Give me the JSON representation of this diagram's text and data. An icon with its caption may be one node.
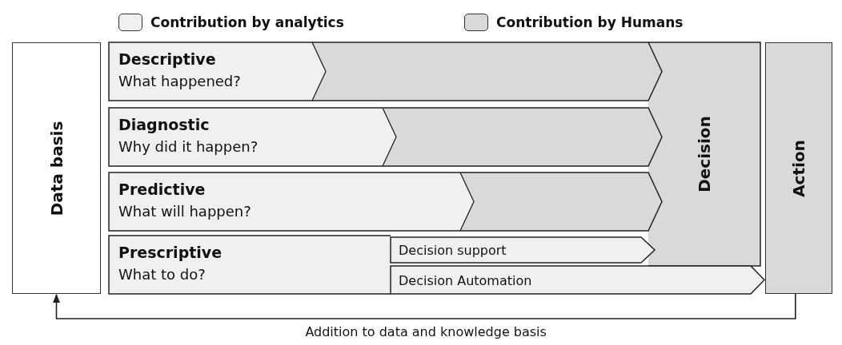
{
  "diagram": {
    "nodes": [
      {
        "text": [
          "Data basis"
        ]
      },
      {
        "text": [
          "Descriptive",
          "What happened?"
        ]
      },
      {
        "text": [
          "Diagnostic",
          "Why did it happen?"
        ]
      },
      {
        "text": [
          "Predictive",
          "What will happen?"
        ]
      },
      {
        "text": [
          "Prescriptive",
          "What to do?"
        ]
      },
      {
        "text": [
          "Decision support"
        ]
      },
      {
        "text": [
          "Decision Automation"
        ]
      },
      {
        "text": [
          "Decision"
        ]
      },
      {
        "text": [
          "Action"
        ]
      }
    ],
    "edges": [
      {
        "from": 8,
        "to": 0,
        "arrow": "to",
        "label": "Addition to data and knowledge basis"
      }
    ],
    "legend": [
      {
        "text": "Contribution by analytics",
        "color": "#f0f0f0"
      },
      {
        "text": "Contribution by Humans",
        "color": "#d9d9d9"
      }
    ]
  }
}
